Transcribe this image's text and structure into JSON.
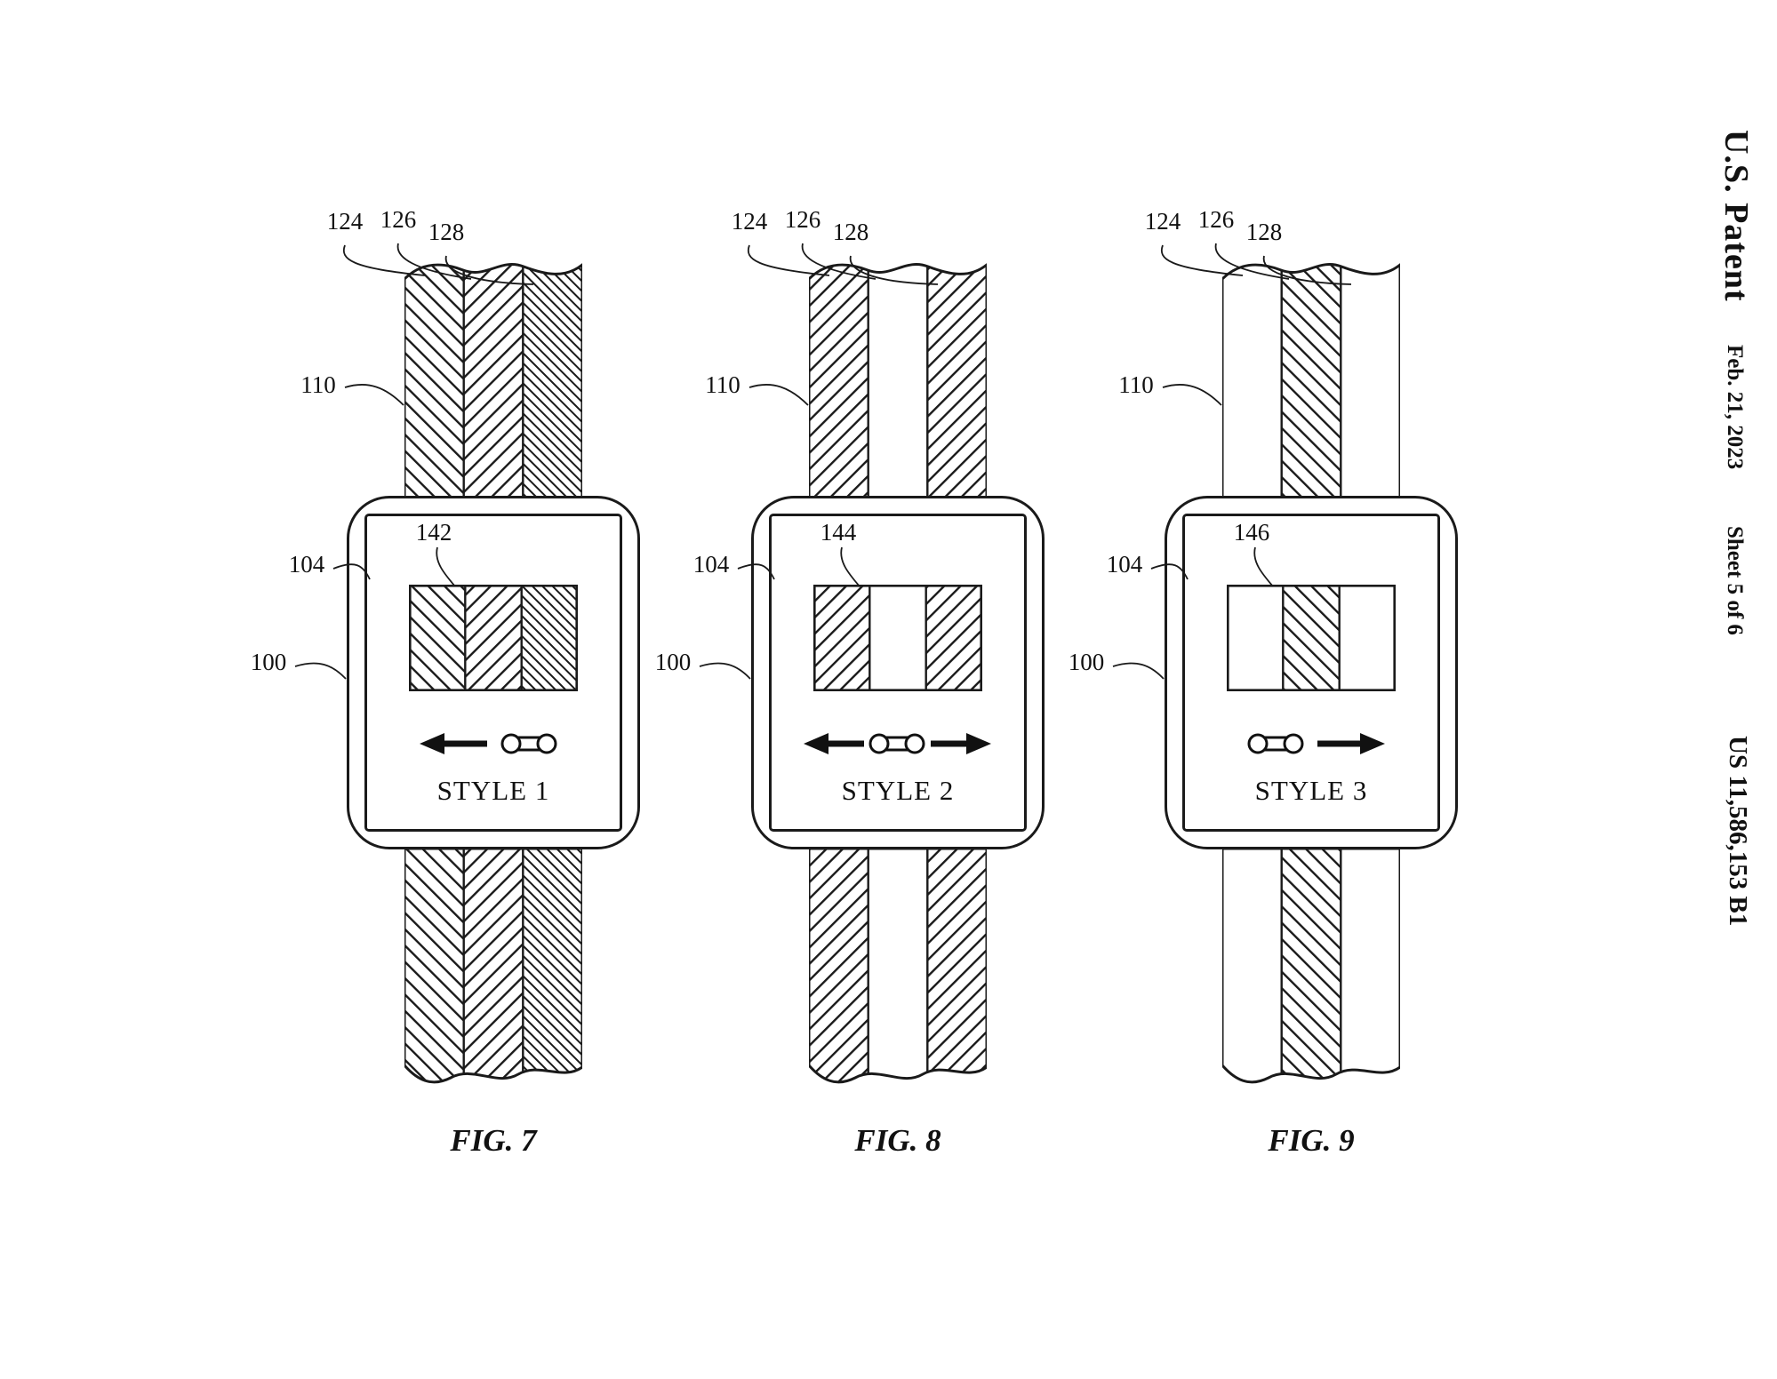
{
  "sidebar": {
    "title": "U.S. Patent",
    "date": "Feb. 21, 2023",
    "sheet": "Sheet 5 of 6",
    "patent_number": "US 11,586,153 B1"
  },
  "figures": [
    {
      "caption": "FIG. 7",
      "style_label": "STYLE 1",
      "arrow_direction": "left",
      "labels": {
        "band_layer_1": "124",
        "band_layer_2": "126",
        "band_layer_3": "128",
        "band": "110",
        "housing": "104",
        "device": "100",
        "swatch": "142"
      }
    },
    {
      "caption": "FIG. 8",
      "style_label": "STYLE 2",
      "arrow_direction": "both",
      "labels": {
        "band_layer_1": "124",
        "band_layer_2": "126",
        "band_layer_3": "128",
        "band": "110",
        "housing": "104",
        "device": "100",
        "swatch": "144"
      }
    },
    {
      "caption": "FIG. 9",
      "style_label": "STYLE 3",
      "arrow_direction": "right",
      "labels": {
        "band_layer_1": "124",
        "band_layer_2": "126",
        "band_layer_3": "128",
        "band": "110",
        "housing": "104",
        "device": "100",
        "swatch": "146"
      }
    }
  ]
}
